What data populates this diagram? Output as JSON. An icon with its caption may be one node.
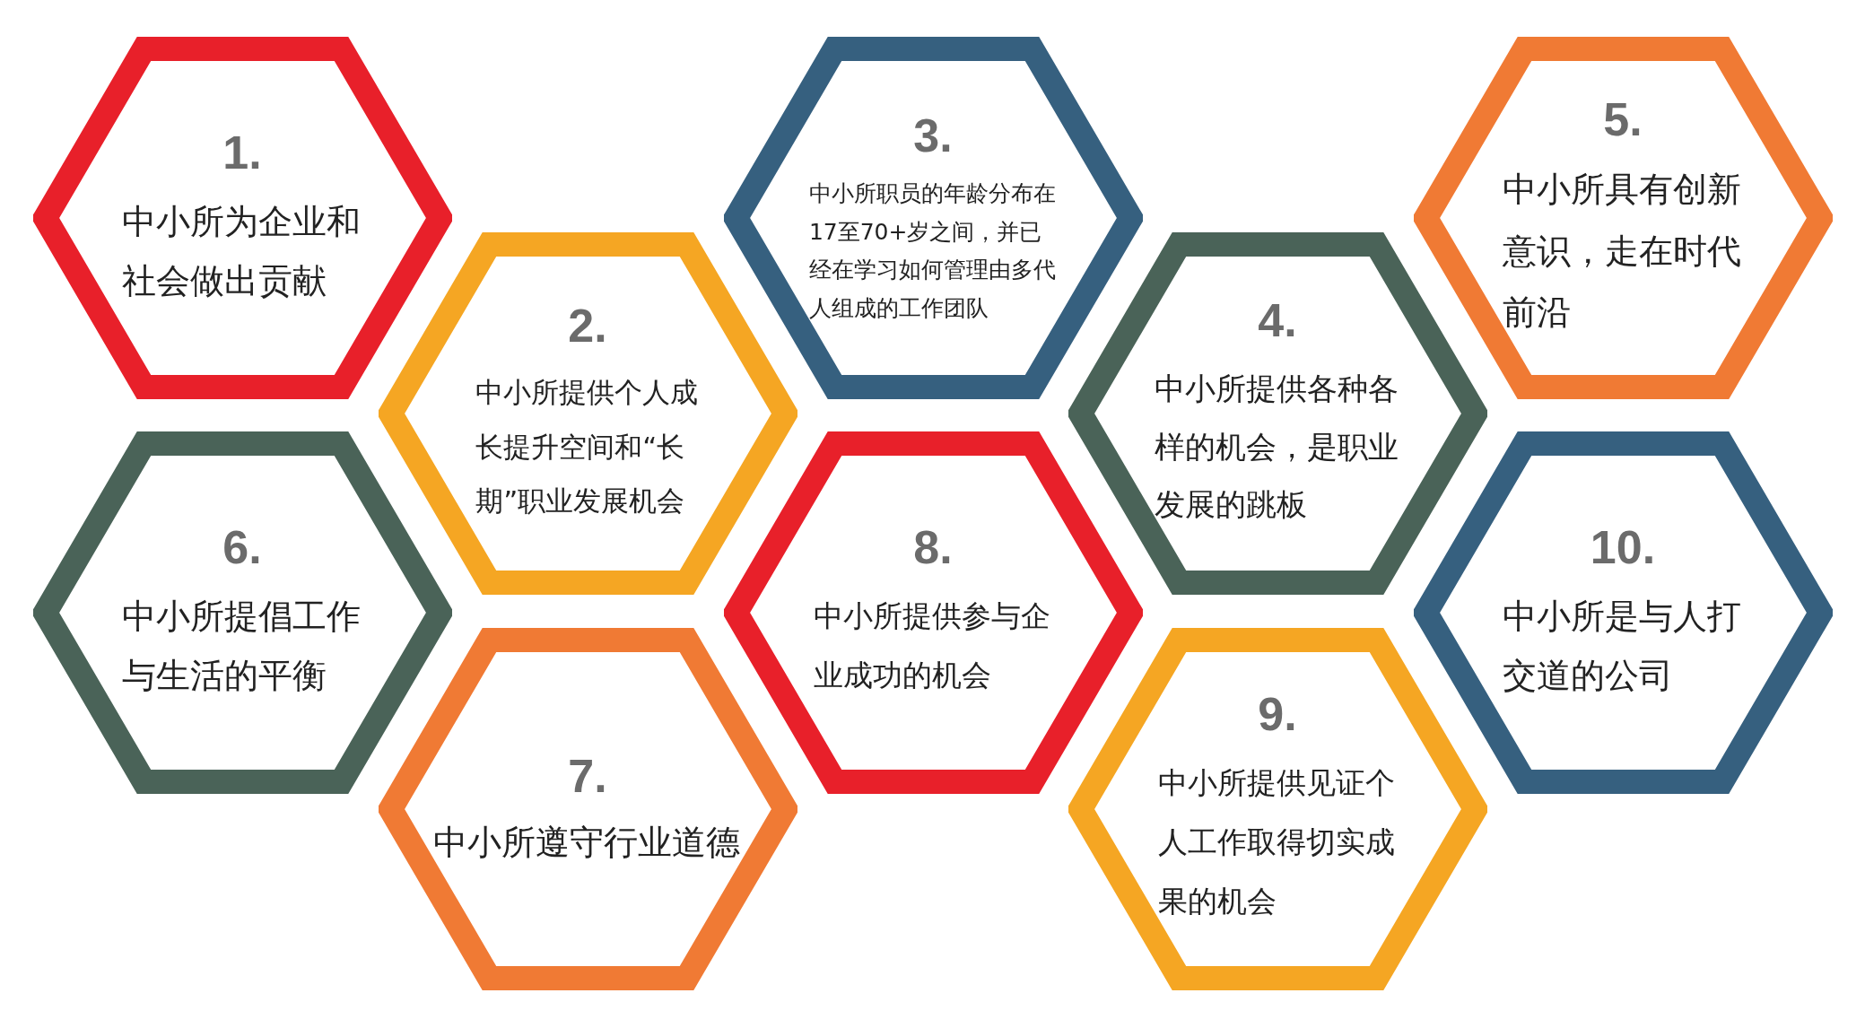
{
  "diagram": {
    "nodes": [
      {
        "text": [
          "1.",
          "中小所为企业和社会做出贡献"
        ]
      },
      {
        "text": [
          "2.",
          "中小所提供个人成长提升空间和“长期”职业发展机会"
        ]
      },
      {
        "text": [
          "3.",
          "中小所职员的年龄分布在17至70+岁之间，并已经在学习如何管理由多代人组成的工作团队"
        ]
      },
      {
        "text": [
          "4.",
          "中小所提供各种各样的机会，是职业发展的跳板"
        ]
      },
      {
        "text": [
          "5.",
          "中小所具有创新意识，走在时代前沿"
        ]
      },
      {
        "text": [
          "6.",
          "中小所提倡工作与生活的平衡"
        ]
      },
      {
        "text": [
          "7.",
          "中小所遵守行业道德"
        ]
      },
      {
        "text": [
          "8.",
          "中小所提供参与企业成功的机会"
        ]
      },
      {
        "text": [
          "9.",
          "中小所提供见证个人工作取得切实成果的机会"
        ]
      },
      {
        "text": [
          "10.",
          "中小所是与人打交道的公司"
        ]
      }
    ]
  }
}
